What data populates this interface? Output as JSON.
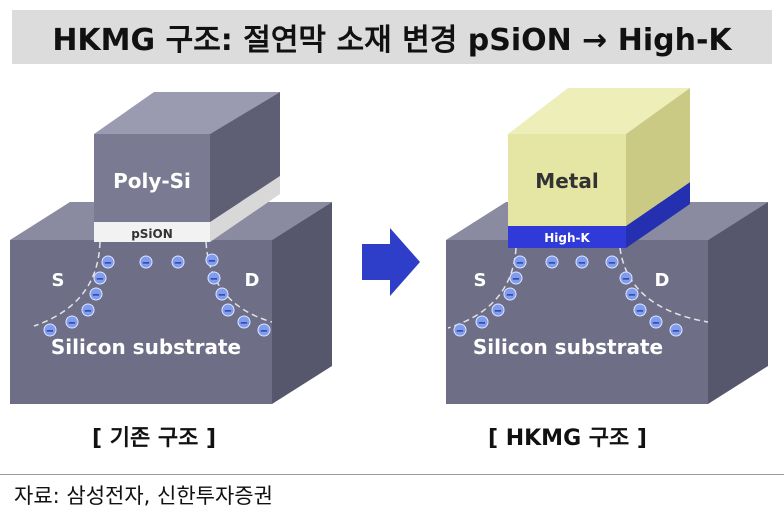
{
  "title": "HKMG 구조: 절연막 소재 변경 pSiON → High-K",
  "left_device": {
    "caption": "[ 기존 구조 ]",
    "gate_label": "Poly-Si",
    "dielectric_label": "pSiON",
    "source_label": "S",
    "drain_label": "D",
    "substrate_label": "Silicon substrate",
    "electron_symbol": "−"
  },
  "right_device": {
    "caption": "[ HKMG 구조 ]",
    "gate_label": "Metal",
    "dielectric_label": "High-K",
    "source_label": "S",
    "drain_label": "D",
    "substrate_label": "Silicon substrate",
    "electron_symbol": "−"
  },
  "colors": {
    "substrate_front": "#6e6e86",
    "substrate_top": "#8a8aa0",
    "substrate_side": "#56566c",
    "polysi_front": "#7a7a92",
    "polysi_top": "#9a9ab0",
    "polysi_side": "#5e5e74",
    "psion": "#f2f2f2",
    "metal_front": "#e6e6a4",
    "metal_top": "#eeeeb8",
    "metal_side": "#caca84",
    "highk": "#2f3ad8",
    "electron": "#7f9cf0",
    "arrow": "#2e3ec8"
  },
  "source_note": "자료: 삼성전자, 신한투자증권"
}
